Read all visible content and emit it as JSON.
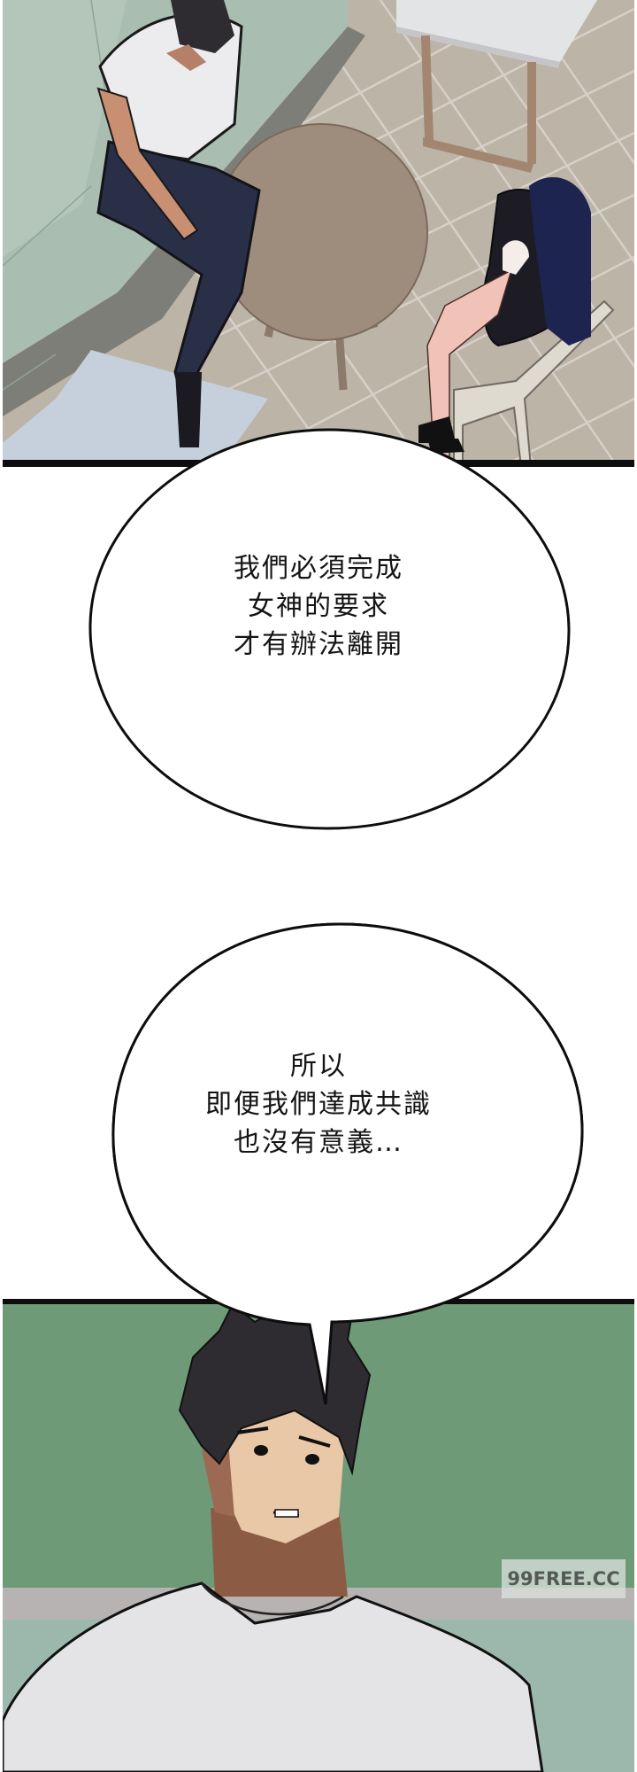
{
  "comic": {
    "panels": [
      {
        "id": "panel-1",
        "description": "Overhead view: man in white t-shirt seated on green bench, round taupe table, long-haired woman in black outfit on cream chair, beige tile floor"
      },
      {
        "id": "panel-2",
        "description": "Close-up of man with dark spiky hair in white t-shirt against green wall"
      }
    ],
    "bubbles": [
      {
        "id": "bubble-1",
        "lines": [
          "我們必須完成",
          "女神的要求",
          "才有辦法離開"
        ]
      },
      {
        "id": "bubble-2",
        "lines": [
          "所以",
          "即便我們達成共識",
          "也沒有意義…"
        ]
      }
    ],
    "watermark": "99FREE.CC"
  },
  "colors": {
    "bench_green": "#a9bdb0",
    "floor_beige": "#bdb4a8",
    "table_taupe": "#9e8c7c",
    "wall_green": "#6f9a78",
    "panel_border": "#0d0d0d"
  }
}
